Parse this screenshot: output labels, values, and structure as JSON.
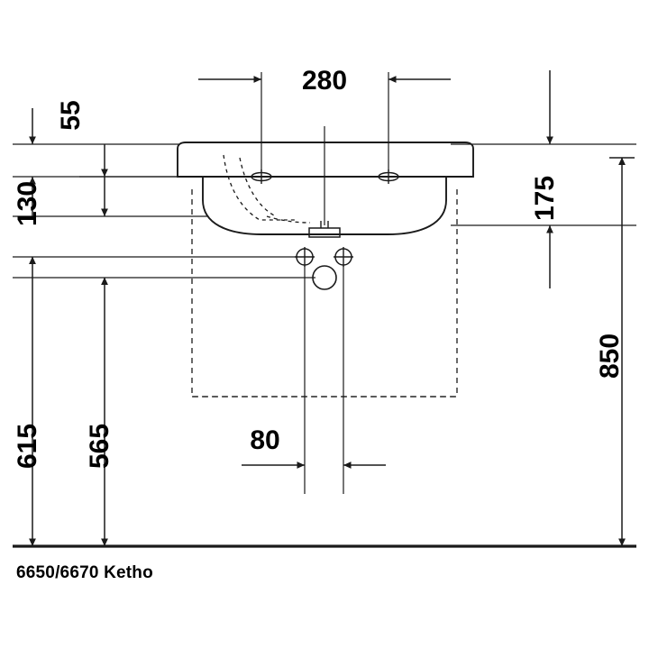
{
  "title": "Duravit Ketho washbasin technical dimension drawing",
  "caption": "6650/6670 Ketho",
  "colors": {
    "line": "#1a1a1a",
    "background": "#ffffff",
    "text": "#000000"
  },
  "dimensions": {
    "vertical": [
      {
        "id": "dim-55",
        "label": "55",
        "unit_implied": "mm"
      },
      {
        "id": "dim-130",
        "label": "130",
        "unit_implied": "mm"
      },
      {
        "id": "dim-615",
        "label": "615",
        "unit_implied": "mm"
      },
      {
        "id": "dim-565",
        "label": "565",
        "unit_implied": "mm"
      },
      {
        "id": "dim-175",
        "label": "175",
        "unit_implied": "mm"
      },
      {
        "id": "dim-850",
        "label": "850",
        "unit_implied": "mm"
      }
    ],
    "horizontal": [
      {
        "id": "dim-280",
        "label": "280",
        "unit_implied": "mm"
      },
      {
        "id": "dim-80",
        "label": "80",
        "unit_implied": "mm"
      }
    ]
  },
  "chart_data": {
    "type": "table",
    "title": "6650/6670 Ketho",
    "categories": [
      "55",
      "130",
      "615",
      "565",
      "175",
      "850",
      "280",
      "80"
    ],
    "values": [
      55,
      130,
      615,
      565,
      175,
      850,
      280,
      80
    ],
    "xlabel": "",
    "ylabel": "mm"
  }
}
